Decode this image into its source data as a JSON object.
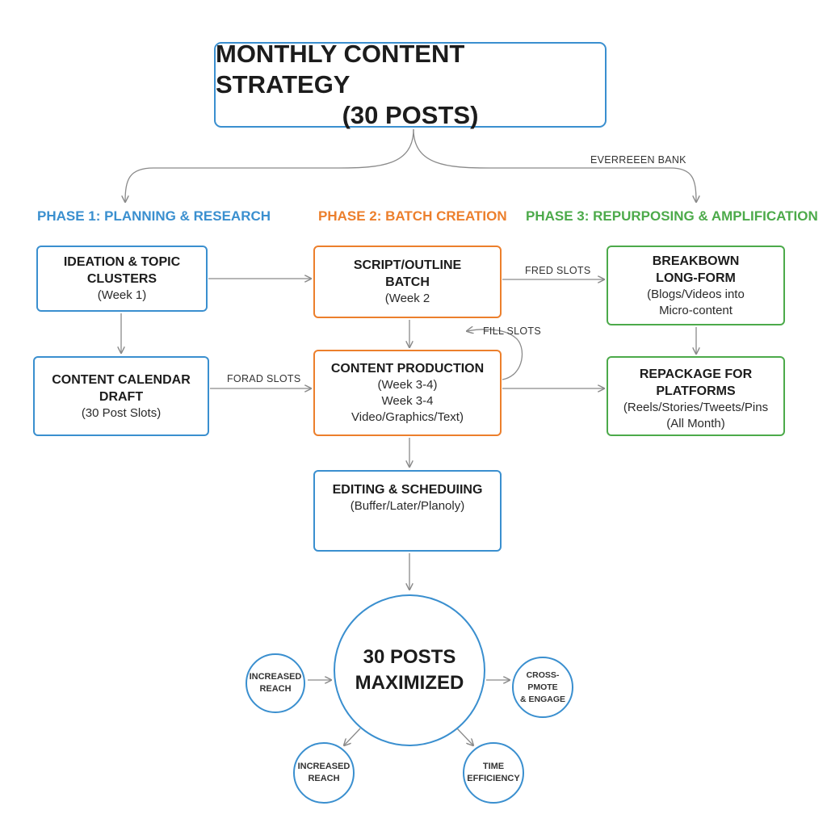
{
  "title": {
    "line1": "MONTHLY CONTENT STRATEGY",
    "line2": "(30 POSTS)"
  },
  "phases": {
    "p1": {
      "label": "PHASE 1: PLANNING & RESEARCH",
      "color": "#3a8fcf"
    },
    "p2": {
      "label": "PHASE 2: BATCH CREATION",
      "color": "#ec7f2c"
    },
    "p3": {
      "label": "PHASE 3: REPURPOSING & AMPLIFICATION",
      "color": "#4caa4a"
    }
  },
  "edge_labels": {
    "evergreen": "EVERREEEN BANK",
    "fred_slots": "FRED SLOTS",
    "fill_slots": "FILL SLOTS",
    "forad_slots": "FORAD SLOTS"
  },
  "nodes": {
    "ideation": {
      "t1": "IDEATION & TOPIC",
      "t2": "CLUSTERS",
      "s1": "(Week 1)"
    },
    "calendar": {
      "t1": "CONTENT CALENDAR",
      "t2": "DRAFT",
      "s1": "(30 Post Slots)"
    },
    "script": {
      "t1": "SCRIPT/OUTLINE",
      "t2": "BATCH",
      "s1": "(Week 2"
    },
    "production": {
      "t1": "CONTENT PRODUCTION",
      "s1": "(Week 3-4)",
      "s2": "Week 3-4",
      "s3": "Video/Graphics/Text)"
    },
    "editing": {
      "t1": "EDITING & SCHEDUIING",
      "s1": "(Buffer/Later/Planoly)"
    },
    "breakdown": {
      "t1": "BREAKBOWN",
      "t2": "LONG-FORM",
      "s1": "(Blogs/Videos into",
      "s2": "Micro-content"
    },
    "repackage": {
      "t1": "REPACKAGE FOR PLATFORMS",
      "s1": "(Reels/Stories/Tweets/Pins",
      "s2": "(All Month)"
    }
  },
  "hub": {
    "line1": "30 POSTS",
    "line2": "MAXIMIZED"
  },
  "outcomes": {
    "left": {
      "line1": "INCREASED",
      "line2": "REACH"
    },
    "right": {
      "line1": "CROSS-PMOTE",
      "line2": "& ENGAGE"
    },
    "bottom_left": {
      "line1": "INCREASED",
      "line2": "REACH"
    },
    "bottom_right": {
      "line1": "TIME",
      "line2": "EFFICIENCY"
    }
  },
  "colors": {
    "connector": "#8a8a8a",
    "outline": "#3a8fcf"
  }
}
